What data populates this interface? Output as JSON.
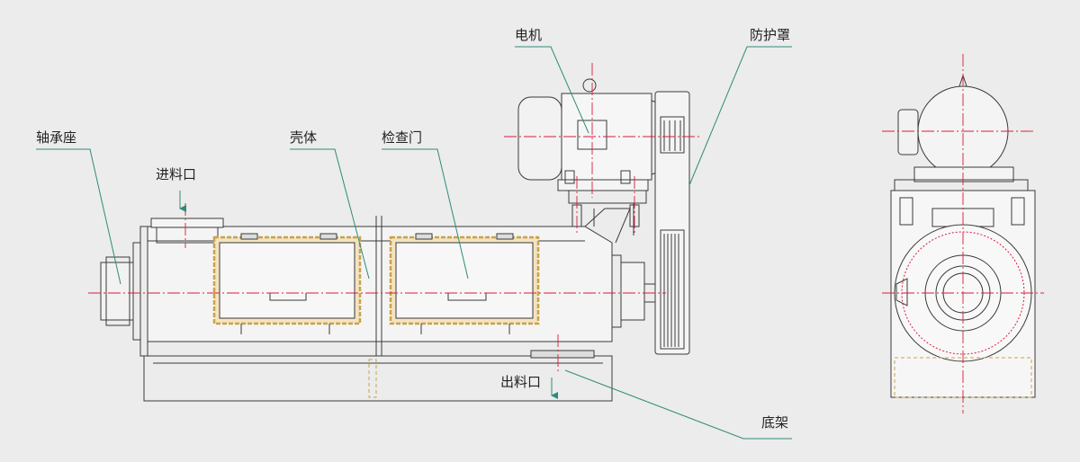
{
  "labels": {
    "bearing_seat": "轴承座",
    "feed_inlet": "进料口",
    "shell": "壳体",
    "inspection_door": "检查门",
    "motor": "电机",
    "guard": "防护罩",
    "discharge_outlet": "出料口",
    "base_frame": "底架"
  },
  "colors": {
    "background": "#ececec",
    "outline": "#3a3a3a",
    "centerline": "#d81b3c",
    "leader": "#2e8b7a",
    "door_fill": "#f3e3c0",
    "door_border": "#caa24a"
  }
}
